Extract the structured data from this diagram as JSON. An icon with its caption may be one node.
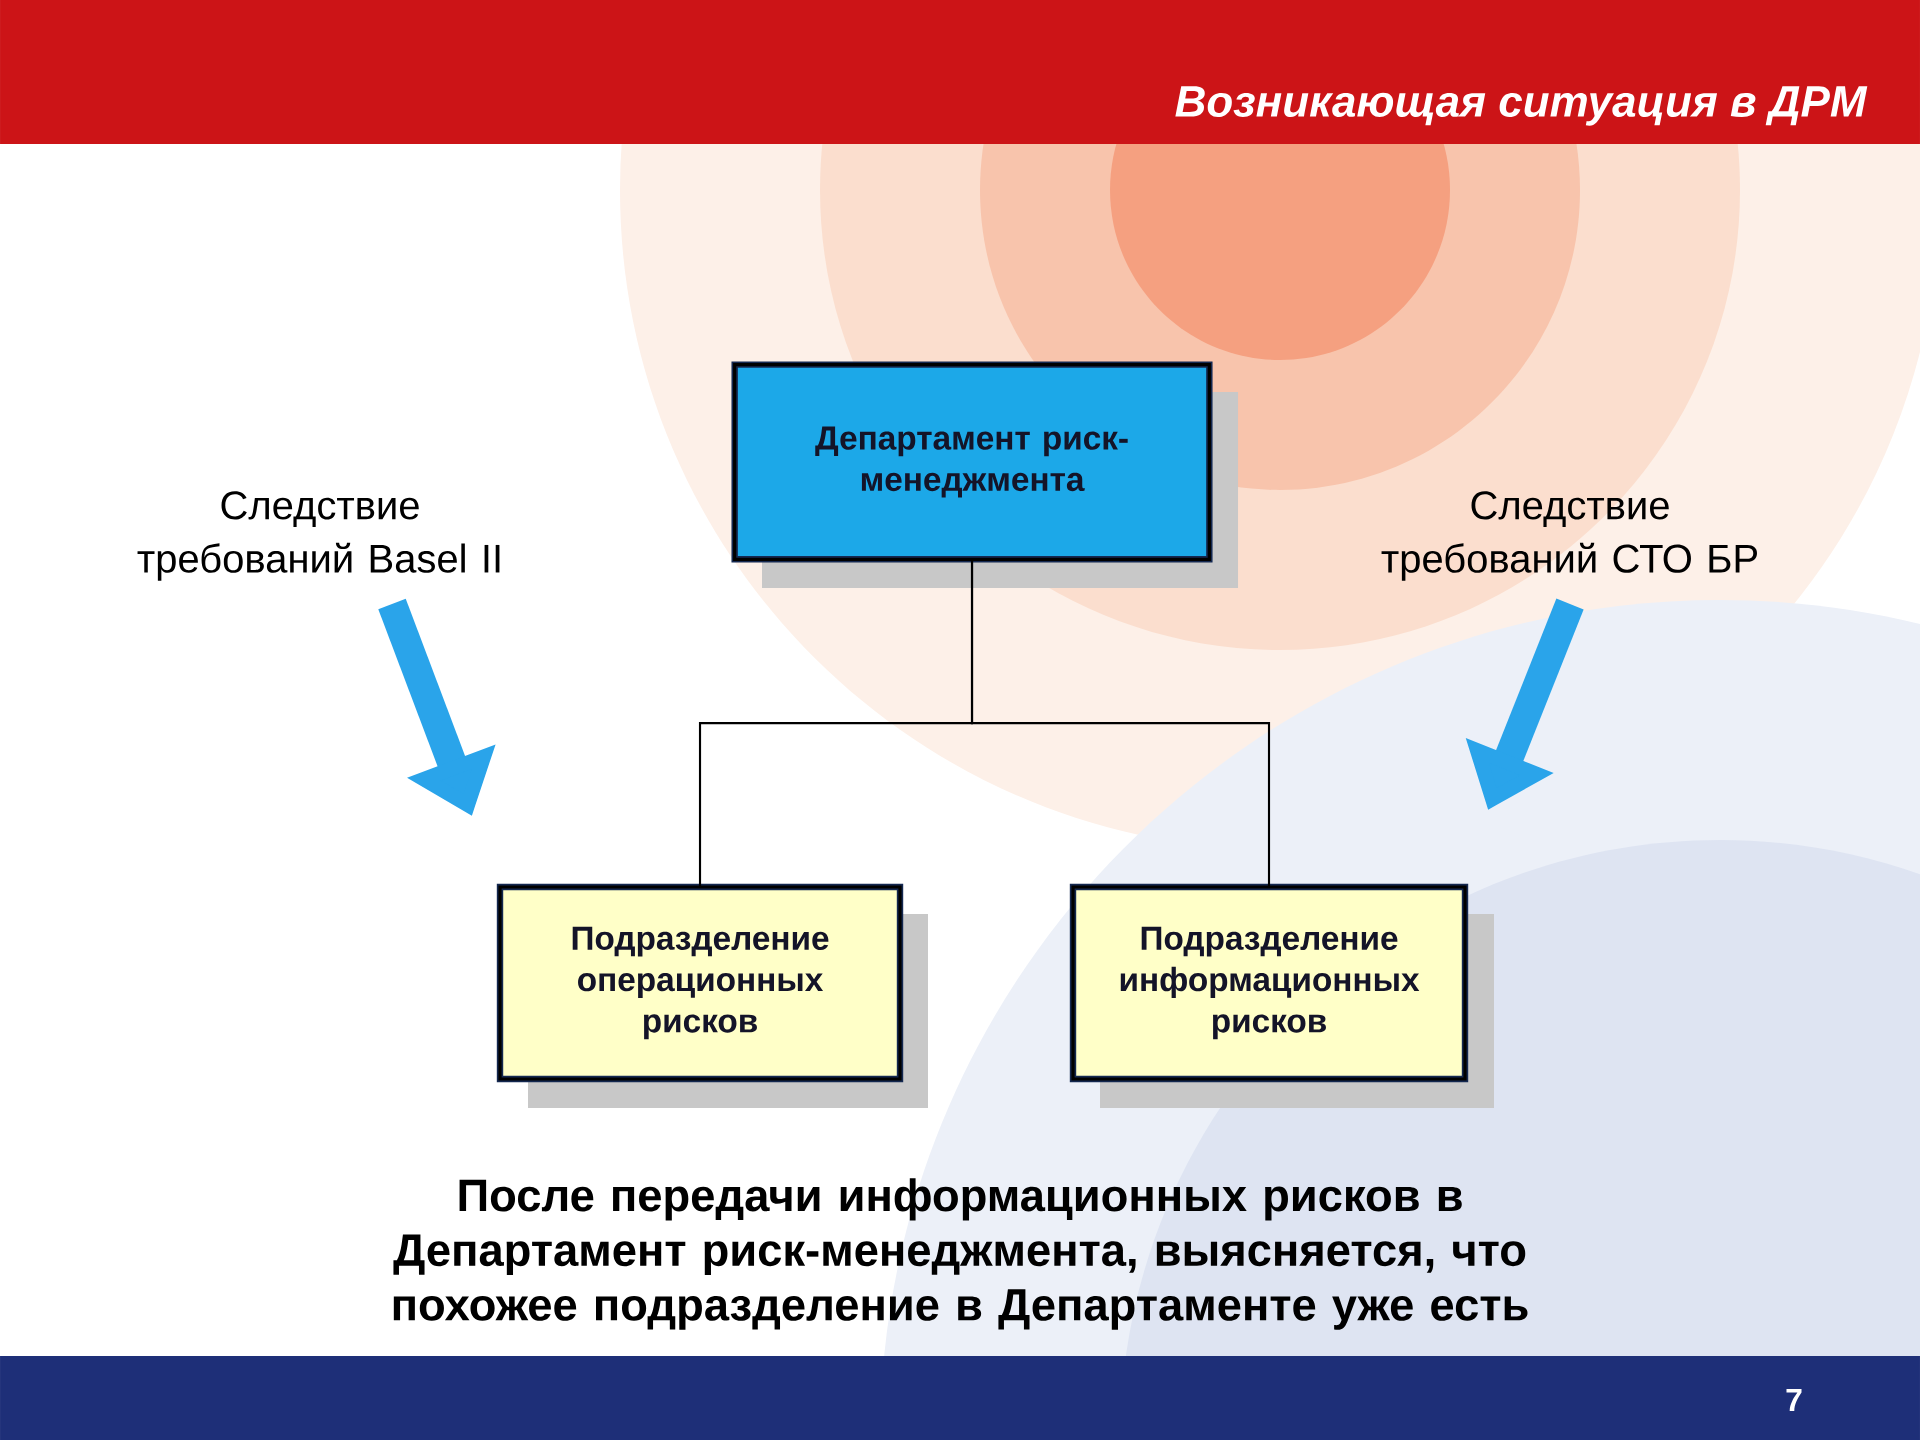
{
  "diagram": {
    "title": "Возникающая ситуация в ДРМ",
    "nodes": [
      {
        "text": [
          "Департамент риск-менеджмента"
        ]
      },
      {
        "text": [
          "Подразделение операционных рисков"
        ]
      },
      {
        "text": [
          "Подразделение информационных рисков"
        ]
      },
      {
        "text": [
          "Следствие требований Basel II"
        ]
      },
      {
        "text": [
          "Следствие требований СТО БР"
        ]
      }
    ],
    "edges": [
      {
        "from": 0,
        "to": 1,
        "arrow": "none"
      },
      {
        "from": 0,
        "to": 2,
        "arrow": "none"
      },
      {
        "from": 3,
        "to": null,
        "arrow": "to",
        "style": "thick",
        "color": "#2aa4ea"
      },
      {
        "from": 4,
        "to": null,
        "arrow": "to",
        "style": "thick",
        "color": "#2aa4ea"
      }
    ],
    "labels": [
      "После передачи информационных рисков в Департамент риск-менеджмента, выясняется, что похожее подразделение в Департаменте уже есть",
      "7"
    ]
  }
}
